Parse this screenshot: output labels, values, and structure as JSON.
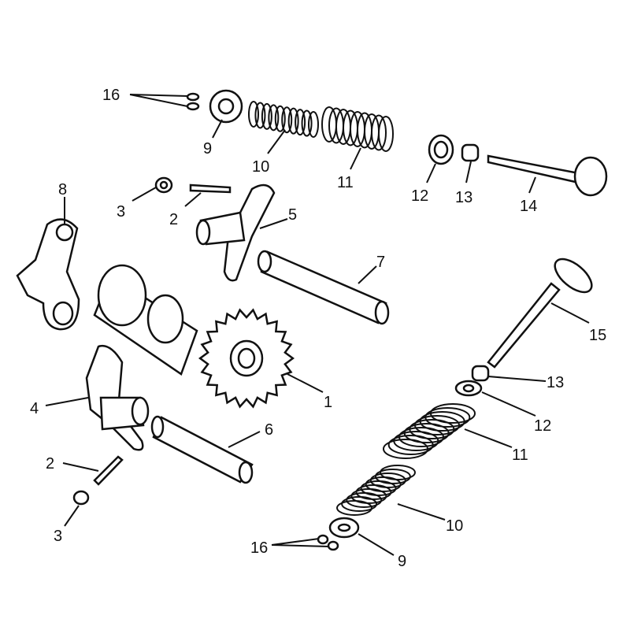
{
  "title": "Camshaft and valve train exploded view",
  "callouts": [
    {
      "part": "16",
      "label": "16"
    },
    {
      "part": "9",
      "label": "9"
    },
    {
      "part": "10",
      "label": "10"
    },
    {
      "part": "11",
      "label": "11"
    },
    {
      "part": "12",
      "label": "12"
    },
    {
      "part": "13",
      "label": "13"
    },
    {
      "part": "14",
      "label": "14"
    },
    {
      "part": "8",
      "label": "8"
    },
    {
      "part": "3",
      "label": "3"
    },
    {
      "part": "2",
      "label": "2"
    },
    {
      "part": "5",
      "label": "5"
    },
    {
      "part": "7",
      "label": "7"
    },
    {
      "part": "15",
      "label": "15"
    },
    {
      "part": "1",
      "label": "1"
    },
    {
      "part": "4",
      "label": "4"
    },
    {
      "part": "6",
      "label": "6"
    },
    {
      "part": "13",
      "label": "13"
    },
    {
      "part": "12",
      "label": "12"
    },
    {
      "part": "11",
      "label": "11"
    },
    {
      "part": "2",
      "label": "2"
    },
    {
      "part": "10",
      "label": "10"
    },
    {
      "part": "3",
      "label": "3"
    },
    {
      "part": "16",
      "label": "16"
    },
    {
      "part": "9",
      "label": "9"
    }
  ]
}
